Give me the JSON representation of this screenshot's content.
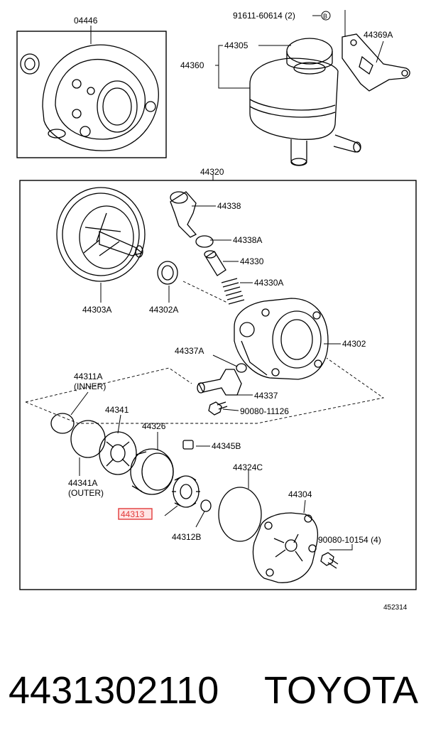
{
  "labels": {
    "kit_gasket": "04446",
    "bolt_reservoir": "91611-60614 (2)",
    "bolt_mark": "B",
    "bracket": "44369A",
    "cap": "44305",
    "reservoir": "44360",
    "pump_assy": "44320",
    "union": "44338",
    "oring_union": "44338A",
    "valve": "44330",
    "spring": "44330A",
    "pulley": "44303A",
    "oil_seal": "44302A",
    "housing": "44302",
    "oring_inlet": "44337A",
    "inlet_pipe": "44337",
    "bolt_inlet": "90080-11126",
    "oring_inner": "44311A",
    "oring_inner_note": "(INNER)",
    "side_plate": "44341",
    "cam_ring": "44326",
    "pin": "44345B",
    "oring_outer": "44341A",
    "oring_outer_note": "(OUTER)",
    "gasket_cover": "44324C",
    "rotor": "44313",
    "snap_ring": "44312B",
    "rear_cover": "44304",
    "bolt_cover": "90080-10154 (4)",
    "illustration_id": "452314"
  },
  "highlight_color": "#e23a3a",
  "footer": {
    "part_number": "4431302110",
    "brand": "TOYOTA"
  }
}
